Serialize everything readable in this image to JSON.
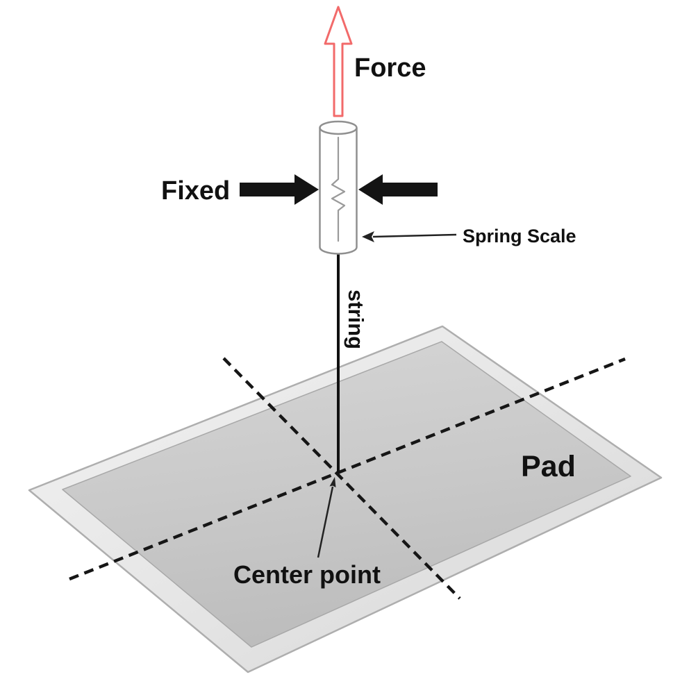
{
  "diagram": {
    "title": "spring-scale-pad-pull-test",
    "labels": {
      "force": "Force",
      "fixed": "Fixed",
      "spring_scale": "Spring Scale",
      "string": "string",
      "pad": "Pad",
      "center_point": "Center point"
    },
    "colors": {
      "force_arrow": "#f26a6a",
      "fixed_arrow": "#141414",
      "line": "#161616",
      "cylinder_stroke": "#8f8f8f",
      "pad_fill": "#c8c8c8",
      "pad_bevel": "#e4e4e4"
    }
  }
}
